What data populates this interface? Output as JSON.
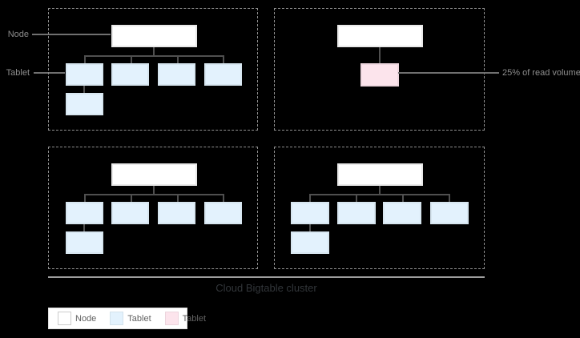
{
  "labels": {
    "node_pointer": "Node",
    "tablet_pointer": "Tablet",
    "hot_tablet_annotation": "25% of read volume",
    "cluster_caption": "Cloud Bigtable cluster"
  },
  "legend": {
    "items": [
      {
        "label": "Node",
        "color": "#ffffff"
      },
      {
        "label": "Tablet",
        "color": "#e3f2fd"
      },
      {
        "label": "Tablet",
        "color": "#fce4ec"
      }
    ]
  },
  "structure": {
    "groups": [
      {
        "name": "node-group-1",
        "node_count": 1,
        "tablet_count": 5,
        "hot_tablet_count": 0
      },
      {
        "name": "node-group-2",
        "node_count": 1,
        "tablet_count": 0,
        "hot_tablet_count": 1,
        "annotation": "25% of read volume"
      },
      {
        "name": "node-group-3",
        "node_count": 1,
        "tablet_count": 5,
        "hot_tablet_count": 0
      },
      {
        "name": "node-group-4",
        "node_count": 1,
        "tablet_count": 5,
        "hot_tablet_count": 0
      }
    ]
  },
  "colors": {
    "background": "#000000",
    "node_fill": "#ffffff",
    "node_border": "#e9e9e9",
    "tablet_fill": "#e3f2fd",
    "tablet_border": "#d7e6f0",
    "hot_tablet_fill": "#fce4ec",
    "hot_tablet_border": "#eed7df",
    "connector": "#4f4f4f",
    "leader": "#707070",
    "dashed_border": "#8f8f8f",
    "label_text": "#8d8d8d",
    "caption_text": "#32363a",
    "cluster_line": "#9e9e9e",
    "legend_bg": "#ffffff",
    "legend_border": "#e0e0e0",
    "legend_text": "#616161"
  }
}
